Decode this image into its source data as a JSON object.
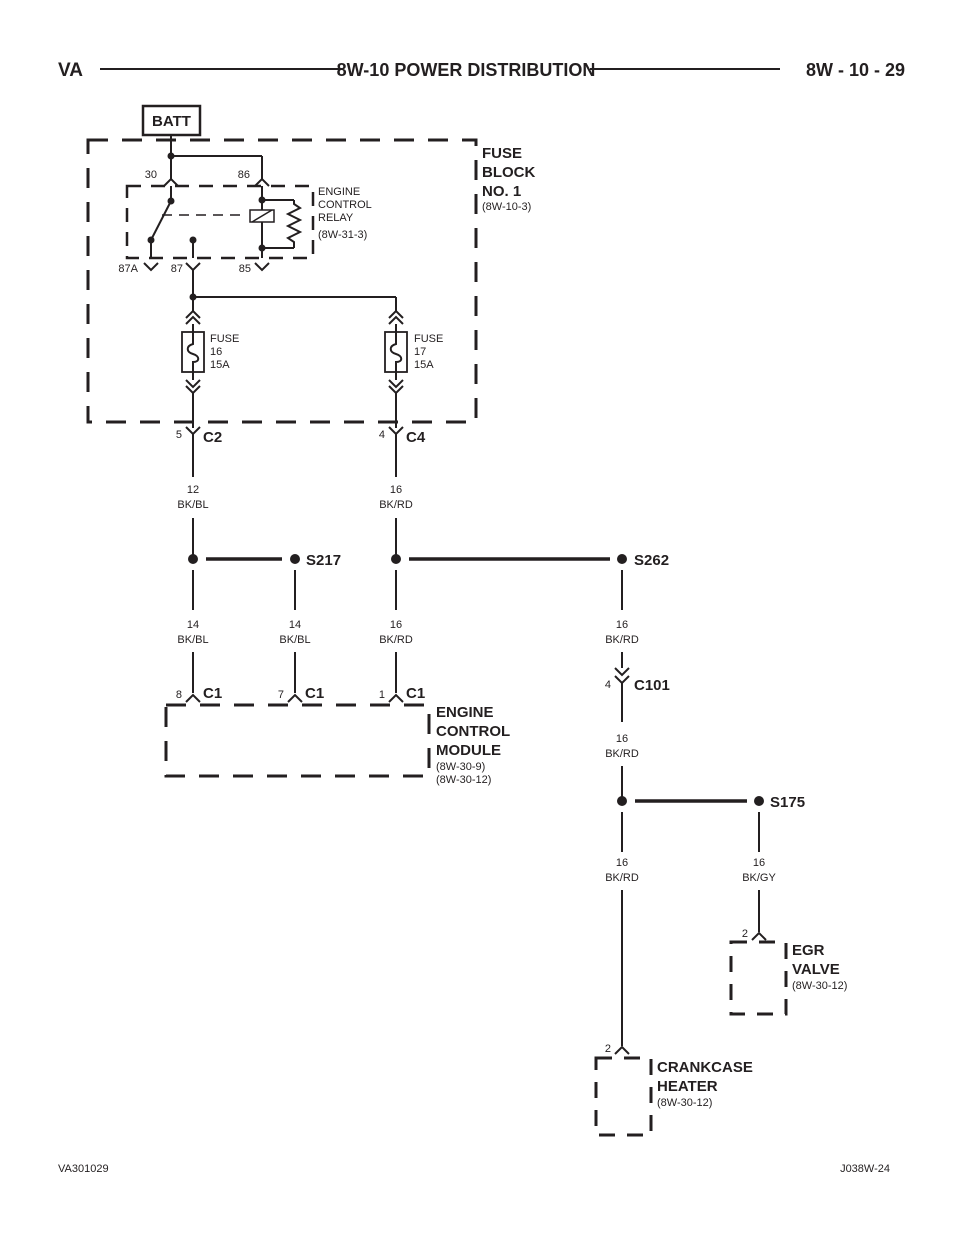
{
  "header": {
    "left": "VA",
    "title": "8W-10 POWER DISTRIBUTION",
    "page": "8W - 10 - 29"
  },
  "footer": {
    "left": "VA301029",
    "right": "J038W-24"
  },
  "batt": "BATT",
  "fuse_block": {
    "lines": [
      "FUSE",
      "BLOCK",
      "NO. 1"
    ],
    "ref": "(8W-10-3)"
  },
  "relay": {
    "lines": [
      "ENGINE",
      "CONTROL",
      "RELAY"
    ],
    "ref": "(8W-31-3)",
    "pins": [
      "30",
      "86",
      "87A",
      "87",
      "85"
    ]
  },
  "fuses": [
    {
      "lines": [
        "FUSE",
        "16",
        "15A"
      ]
    },
    {
      "lines": [
        "FUSE",
        "17",
        "15A"
      ]
    }
  ],
  "connectors": {
    "c2": {
      "pin": "5",
      "name": "C2"
    },
    "c4": {
      "pin": "4",
      "name": "C4"
    },
    "c1a": {
      "pin": "8",
      "name": "C1"
    },
    "c1b": {
      "pin": "7",
      "name": "C1"
    },
    "c1c": {
      "pin": "1",
      "name": "C1"
    },
    "c101": {
      "pin": "4",
      "name": "C101"
    },
    "egr_pin": "2",
    "heater_pin": "2"
  },
  "splices": [
    "S217",
    "S262",
    "S175"
  ],
  "wires": {
    "w1": [
      "12",
      "BK/BL"
    ],
    "w2": [
      "16",
      "BK/RD"
    ],
    "w3": [
      "14",
      "BK/BL"
    ],
    "w4": [
      "14",
      "BK/BL"
    ],
    "w5": [
      "16",
      "BK/RD"
    ],
    "w6": [
      "16",
      "BK/RD"
    ],
    "w7": [
      "16",
      "BK/RD"
    ],
    "w8": [
      "16",
      "BK/RD"
    ],
    "w9": [
      "16",
      "BK/GY"
    ]
  },
  "ecm": {
    "lines": [
      "ENGINE",
      "CONTROL",
      "MODULE"
    ],
    "refs": [
      "(8W-30-9)",
      "(8W-30-12)"
    ]
  },
  "egr": {
    "lines": [
      "EGR",
      "VALVE"
    ],
    "ref": "(8W-30-12)"
  },
  "heater": {
    "lines": [
      "CRANKCASE",
      "HEATER"
    ],
    "ref": "(8W-30-12)"
  }
}
